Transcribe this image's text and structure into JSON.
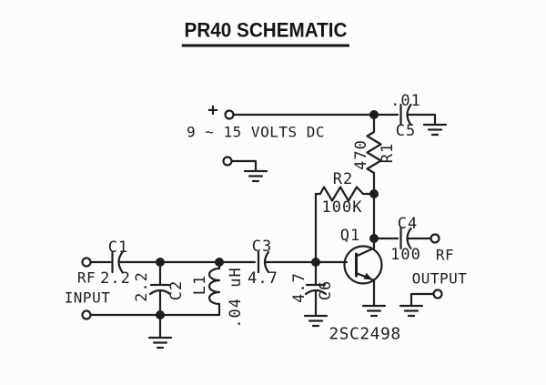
{
  "title": "PR40 SCHEMATIC",
  "power": {
    "plus_sign": "+",
    "supply_label": "9 ~ 15 VOLTS DC"
  },
  "ports": {
    "input_line1": "RF",
    "input_line2": "INPUT",
    "output_line1": "RF",
    "output_line2": "OUTPUT"
  },
  "components": {
    "c1": {
      "ref": "C1",
      "value": "2.2"
    },
    "c2": {
      "ref": "C2",
      "value": "2.2"
    },
    "c3": {
      "ref": "C3",
      "value": "4.7"
    },
    "c4": {
      "ref": "C4",
      "value": "100"
    },
    "c5": {
      "ref": "C5",
      "value": ".01"
    },
    "c6": {
      "ref": "C6",
      "value": "4.7"
    },
    "l1": {
      "ref": "L1",
      "value": ".04 uH"
    },
    "r1": {
      "ref": "R1",
      "value": "470"
    },
    "r2": {
      "ref": "R2",
      "value": "100K"
    },
    "q1": {
      "ref": "Q1",
      "part_number": "2SC2498"
    }
  },
  "colors": {
    "ink": "#1e1e1e",
    "paper": "#fcfcfa"
  }
}
